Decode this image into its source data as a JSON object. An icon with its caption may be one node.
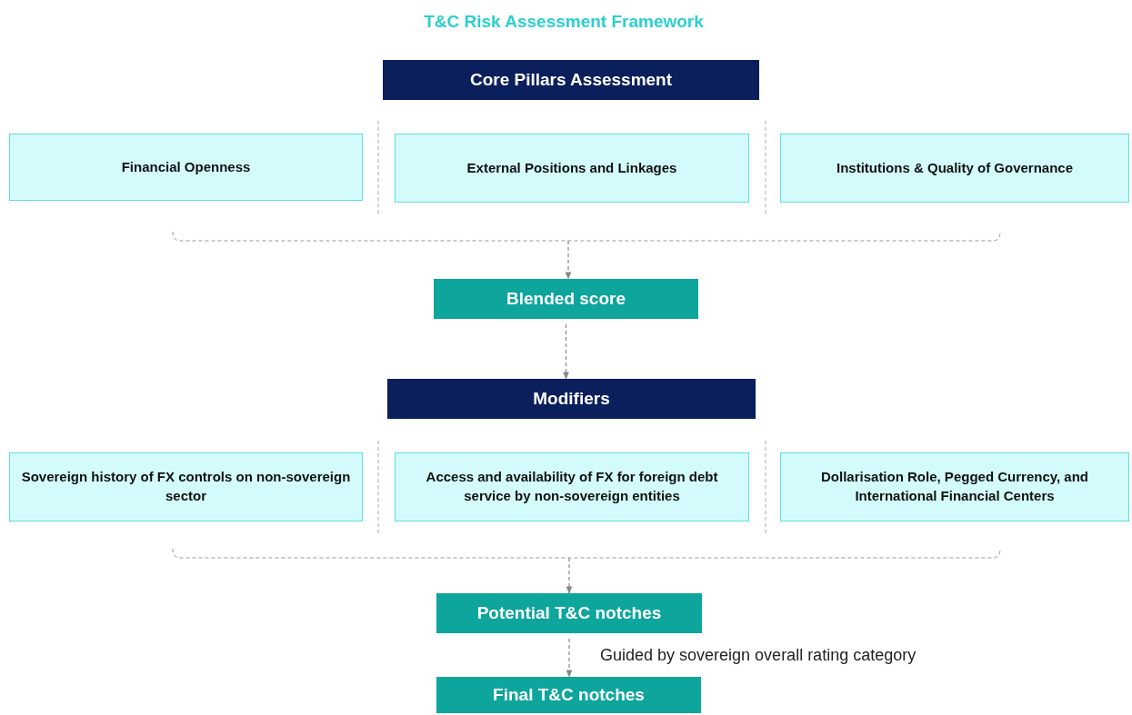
{
  "diagram": {
    "title": "T&C Risk Assessment Framework",
    "nodes": [
      {
        "text": [
          "Core Pillars Assessment"
        ]
      },
      {
        "text": [
          "Financial Openness"
        ]
      },
      {
        "text": [
          "External Positions and Linkages"
        ]
      },
      {
        "text": [
          "Institutions & Quality of Governance"
        ]
      },
      {
        "text": [
          "Blended score"
        ]
      },
      {
        "text": [
          "Modifiers"
        ]
      },
      {
        "text": [
          "Sovereign history of FX controls on non-sovereign sector"
        ]
      },
      {
        "text": [
          "Access and availability of FX for foreign debt service by non-sovereign entities"
        ]
      },
      {
        "text": [
          "Dollarisation Role, Pegged Currency, and International Financial Centers"
        ]
      },
      {
        "text": [
          "Potential T&C notches"
        ]
      },
      {
        "text": [
          "Final T&C notches"
        ]
      }
    ],
    "edges": [
      {
        "from": null,
        "to": 4,
        "arrow": "to",
        "style": "dashed"
      },
      {
        "from": 4,
        "to": 5,
        "arrow": "to",
        "style": "dashed"
      },
      {
        "from": null,
        "to": 9,
        "arrow": "to",
        "style": "dashed"
      },
      {
        "from": 9,
        "to": 10,
        "arrow": "to",
        "style": "dashed",
        "label": "Guided by sovereign overall rating category"
      }
    ]
  }
}
